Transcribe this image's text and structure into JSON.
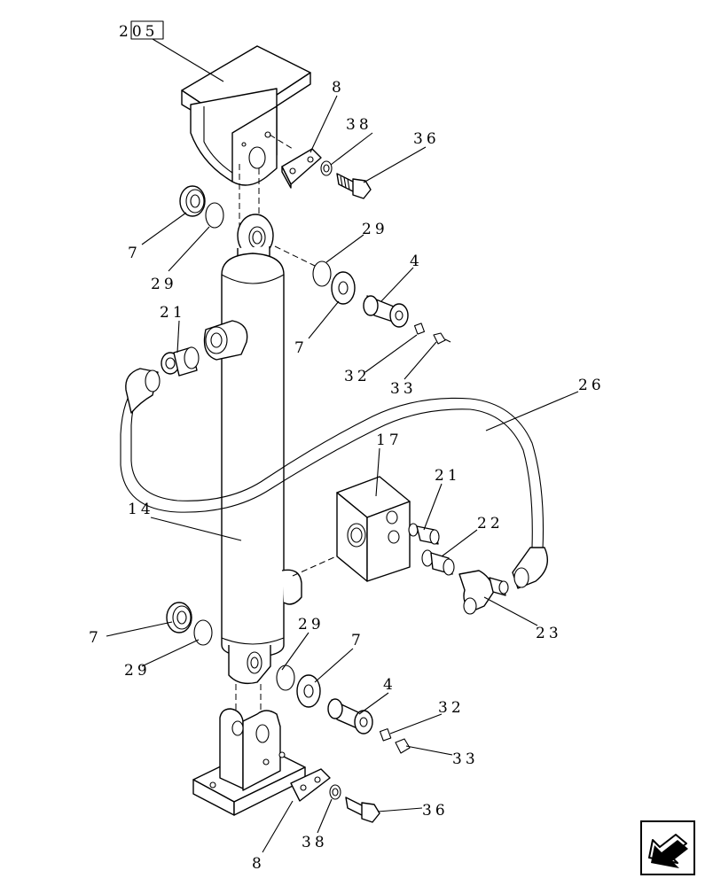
{
  "labels": {
    "l205": "205",
    "l8a": "8",
    "l38a": "38",
    "l36a": "36",
    "l7a": "7",
    "l29a": "29",
    "l29b": "29",
    "l4a": "4",
    "l21a": "21",
    "l7b": "7",
    "l32a": "32",
    "l33a": "33",
    "l26": "26",
    "l17": "17",
    "l21b": "21",
    "l22": "22",
    "l14": "14",
    "l23": "23",
    "l7c": "7",
    "l29c": "29",
    "l29d": "29",
    "l7d": "7",
    "l4b": "4",
    "l32b": "32",
    "l33b": "33",
    "l36b": "36",
    "l38b": "38",
    "l8b": "8"
  },
  "nav": {
    "icon": "back-arrow-icon"
  }
}
